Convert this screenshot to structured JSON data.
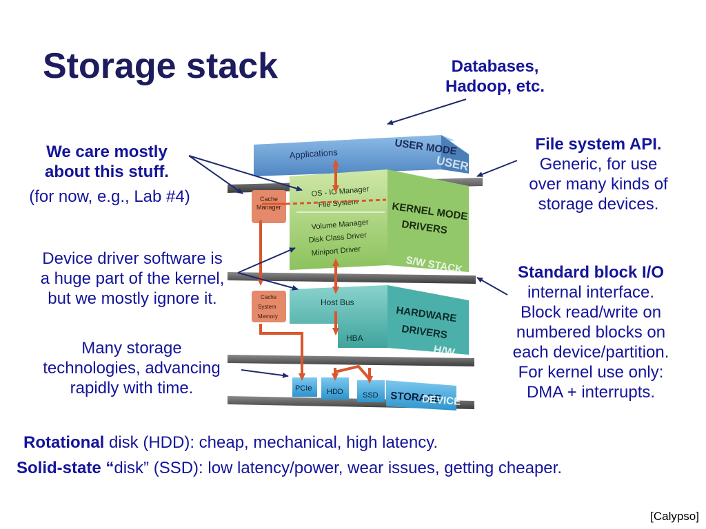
{
  "title": "Storage stack",
  "callouts": {
    "databases": [
      "Databases,",
      "Hadoop, etc."
    ],
    "care": {
      "bold1": "We care mostly",
      "bold2": "about this stuff.",
      "plain": "(for now, e.g., Lab #4)"
    },
    "device_driver": [
      "Device driver software is",
      "a huge part of the kernel,",
      "but we mostly ignore it."
    ],
    "many_storage": [
      "Many storage",
      "technologies, advancing",
      "rapidly with time."
    ],
    "fs_api": {
      "bold": "File system API.",
      "lines": [
        "Generic, for use",
        "over many kinds of",
        "storage devices."
      ]
    },
    "block_io": {
      "bold": "Standard block I/O",
      "lines": [
        "internal interface.",
        "Block read/write on",
        "numbered blocks on",
        "each device/partition.",
        "For kernel use only:",
        "DMA + interrupts."
      ]
    }
  },
  "bottom": {
    "line1_bold": "Rotational",
    "line1_rest": " disk (HDD): cheap, mechanical, high latency.",
    "line2_bold": "Solid-state “",
    "line2_rest": "disk” (SSD): low latency/power, wear issues, getting cheaper."
  },
  "credit": "[Calypso]",
  "diagram": {
    "user_layer": {
      "applications": "Applications",
      "mode": "USER MODE",
      "tag": "USER"
    },
    "kernel_layer": {
      "cache_manager": [
        "Cache",
        "Manager"
      ],
      "os_io": [
        "OS - IO Manager",
        "File System"
      ],
      "drivers": [
        "Volume Manager",
        "Disk Class Driver",
        "Miniport Driver"
      ],
      "mode": [
        "KERNEL MODE",
        "DRIVERS"
      ],
      "tag": "S/W STACK"
    },
    "hardware_layer": {
      "cache": [
        "Cache",
        "System",
        "Memory"
      ],
      "host_bus": "Host Bus",
      "hba": "HBA",
      "mode": [
        "HARDWARE",
        "DRIVERS"
      ],
      "tag": "H/W"
    },
    "device_layer": {
      "pcie": "PCIe",
      "hdd": "HDD",
      "ssd": "SSD",
      "storage": "STORAGE",
      "tag": "DEVICE"
    },
    "colors": {
      "user": "#6a9fd6",
      "kernel": "#a5d27a",
      "hardware": "#56b8b1",
      "device": "#3ea8dd",
      "cache": "#e4896a",
      "arrow": "#d9572f",
      "slab": "#606060"
    }
  }
}
